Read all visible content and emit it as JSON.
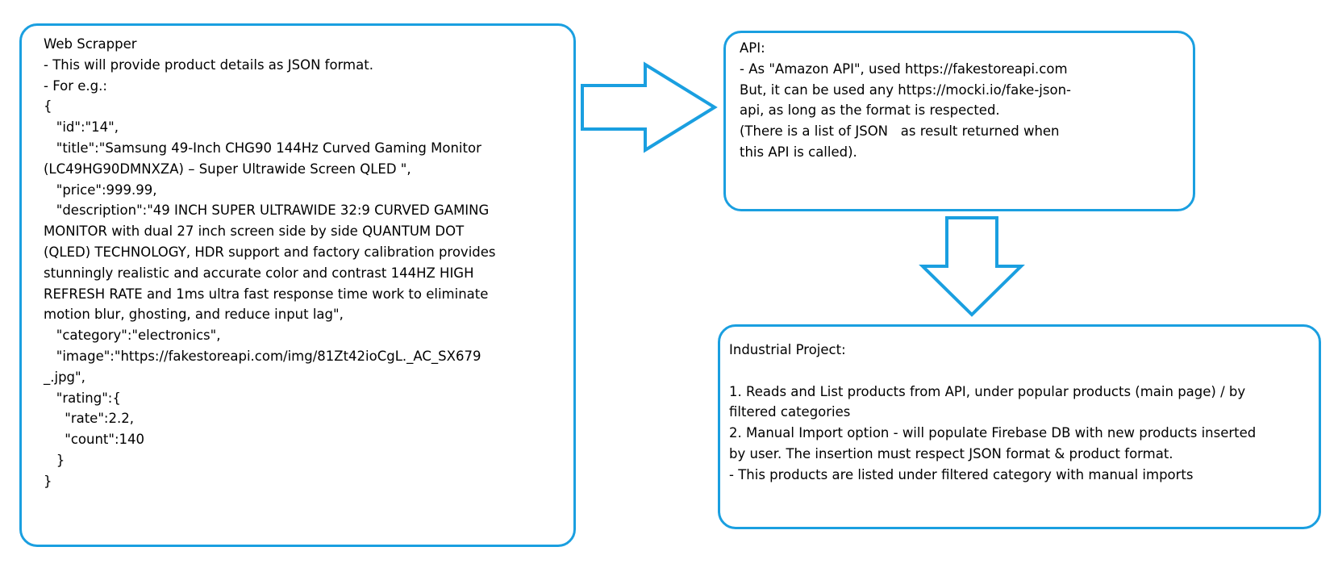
{
  "web_scraper": {
    "lines": [
      "Web Scrapper",
      "- This will provide product details as JSON format.",
      "- For e.g.:",
      "{",
      "   \"id\":\"14\",",
      "   \"title\":\"Samsung 49-Inch CHG90 144Hz Curved Gaming Monitor",
      "(LC49HG90DMNXZA) – Super Ultrawide Screen QLED \",",
      "   \"price\":999.99,",
      "   \"description\":\"49 INCH SUPER ULTRAWIDE 32:9 CURVED GAMING",
      "MONITOR with dual 27 inch screen side by side QUANTUM DOT",
      "(QLED) TECHNOLOGY, HDR support and factory calibration provides",
      "stunningly realistic and accurate color and contrast 144HZ HIGH",
      "REFRESH RATE and 1ms ultra fast response time work to eliminate",
      "motion blur, ghosting, and reduce input lag\",",
      "   \"category\":\"electronics\",",
      "   \"image\":\"https://fakestoreapi.com/img/81Zt42ioCgL._AC_SX679",
      "_.jpg\",",
      "   \"rating\":{",
      "     \"rate\":2.2,",
      "     \"count\":140",
      "   }",
      "}"
    ]
  },
  "api": {
    "lines": [
      "API:",
      "- As \"Amazon API\", used https://fakestoreapi.com",
      "But, it can be used any https://mocki.io/fake-json-",
      "api, as long as the format is respected.",
      "(There is a list of JSON   as result returned when",
      "this API is called)."
    ]
  },
  "industrial_project": {
    "lines": [
      "Industrial Project:",
      "",
      "1. Reads and List products from API, under popular products (main page) / by",
      "filtered categories",
      "2. Manual Import option - will populate Firebase DB with new products inserted",
      "by user. The insertion must respect JSON format & product format.",
      "- This products are listed under filtered category with manual imports"
    ]
  },
  "colors": {
    "border": "#1a9fe0",
    "background": "#ffffff",
    "text": "#000000"
  }
}
